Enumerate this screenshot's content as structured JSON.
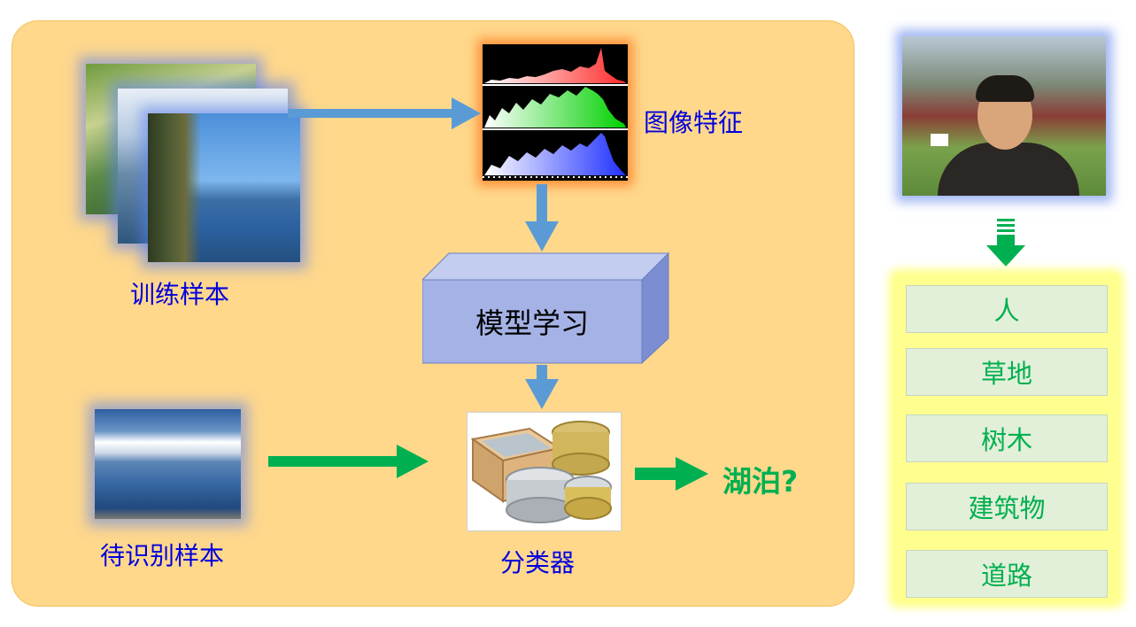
{
  "labels": {
    "training_samples": "训练样本",
    "image_features": "图像特征",
    "model_learning": "模型学习",
    "test_sample": "待识别样本",
    "classifier": "分类器",
    "result": "湖泊?"
  },
  "categories": [
    "人",
    "草地",
    "树木",
    "建筑物",
    "道路"
  ],
  "colors": {
    "panel_bg": "#ffd88c",
    "arrow_blue": "#5b9bd5",
    "arrow_green": "#00b050",
    "label_blue": "#0000dd",
    "category_text": "#00b050"
  }
}
